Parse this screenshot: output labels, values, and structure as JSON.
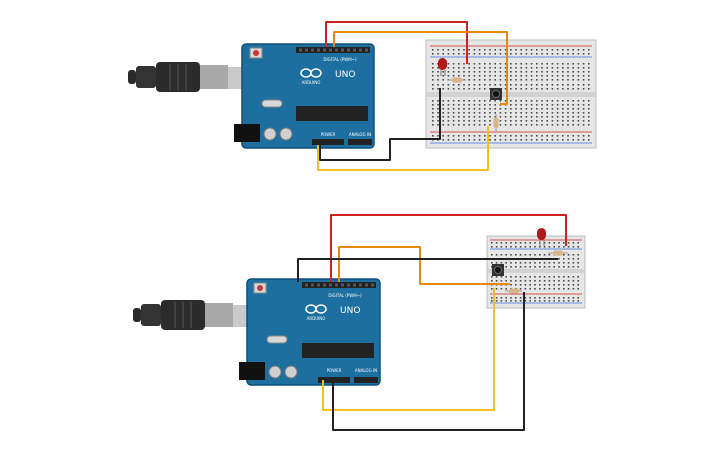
{
  "circuits": [
    {
      "board": {
        "brand": "ARDUINO",
        "model": "UNO",
        "digital_label": "DIGITAL (PWM~)",
        "power_label": "POWER",
        "analog_label": "ANALOG IN"
      }
    },
    {
      "board": {
        "brand": "ARDUINO",
        "model": "UNO",
        "digital_label": "DIGITAL (PWM~)",
        "power_label": "POWER",
        "analog_label": "ANALOG IN"
      }
    }
  ],
  "colors": {
    "board": "#1d6fa0",
    "board_edge": "#0f4f78",
    "wire_red": "#d21f1f",
    "wire_orange": "#e8890c",
    "wire_yellow": "#f2c21a",
    "wire_black": "#222222",
    "breadboard": "#e6e6e6",
    "led": "#b01818"
  }
}
